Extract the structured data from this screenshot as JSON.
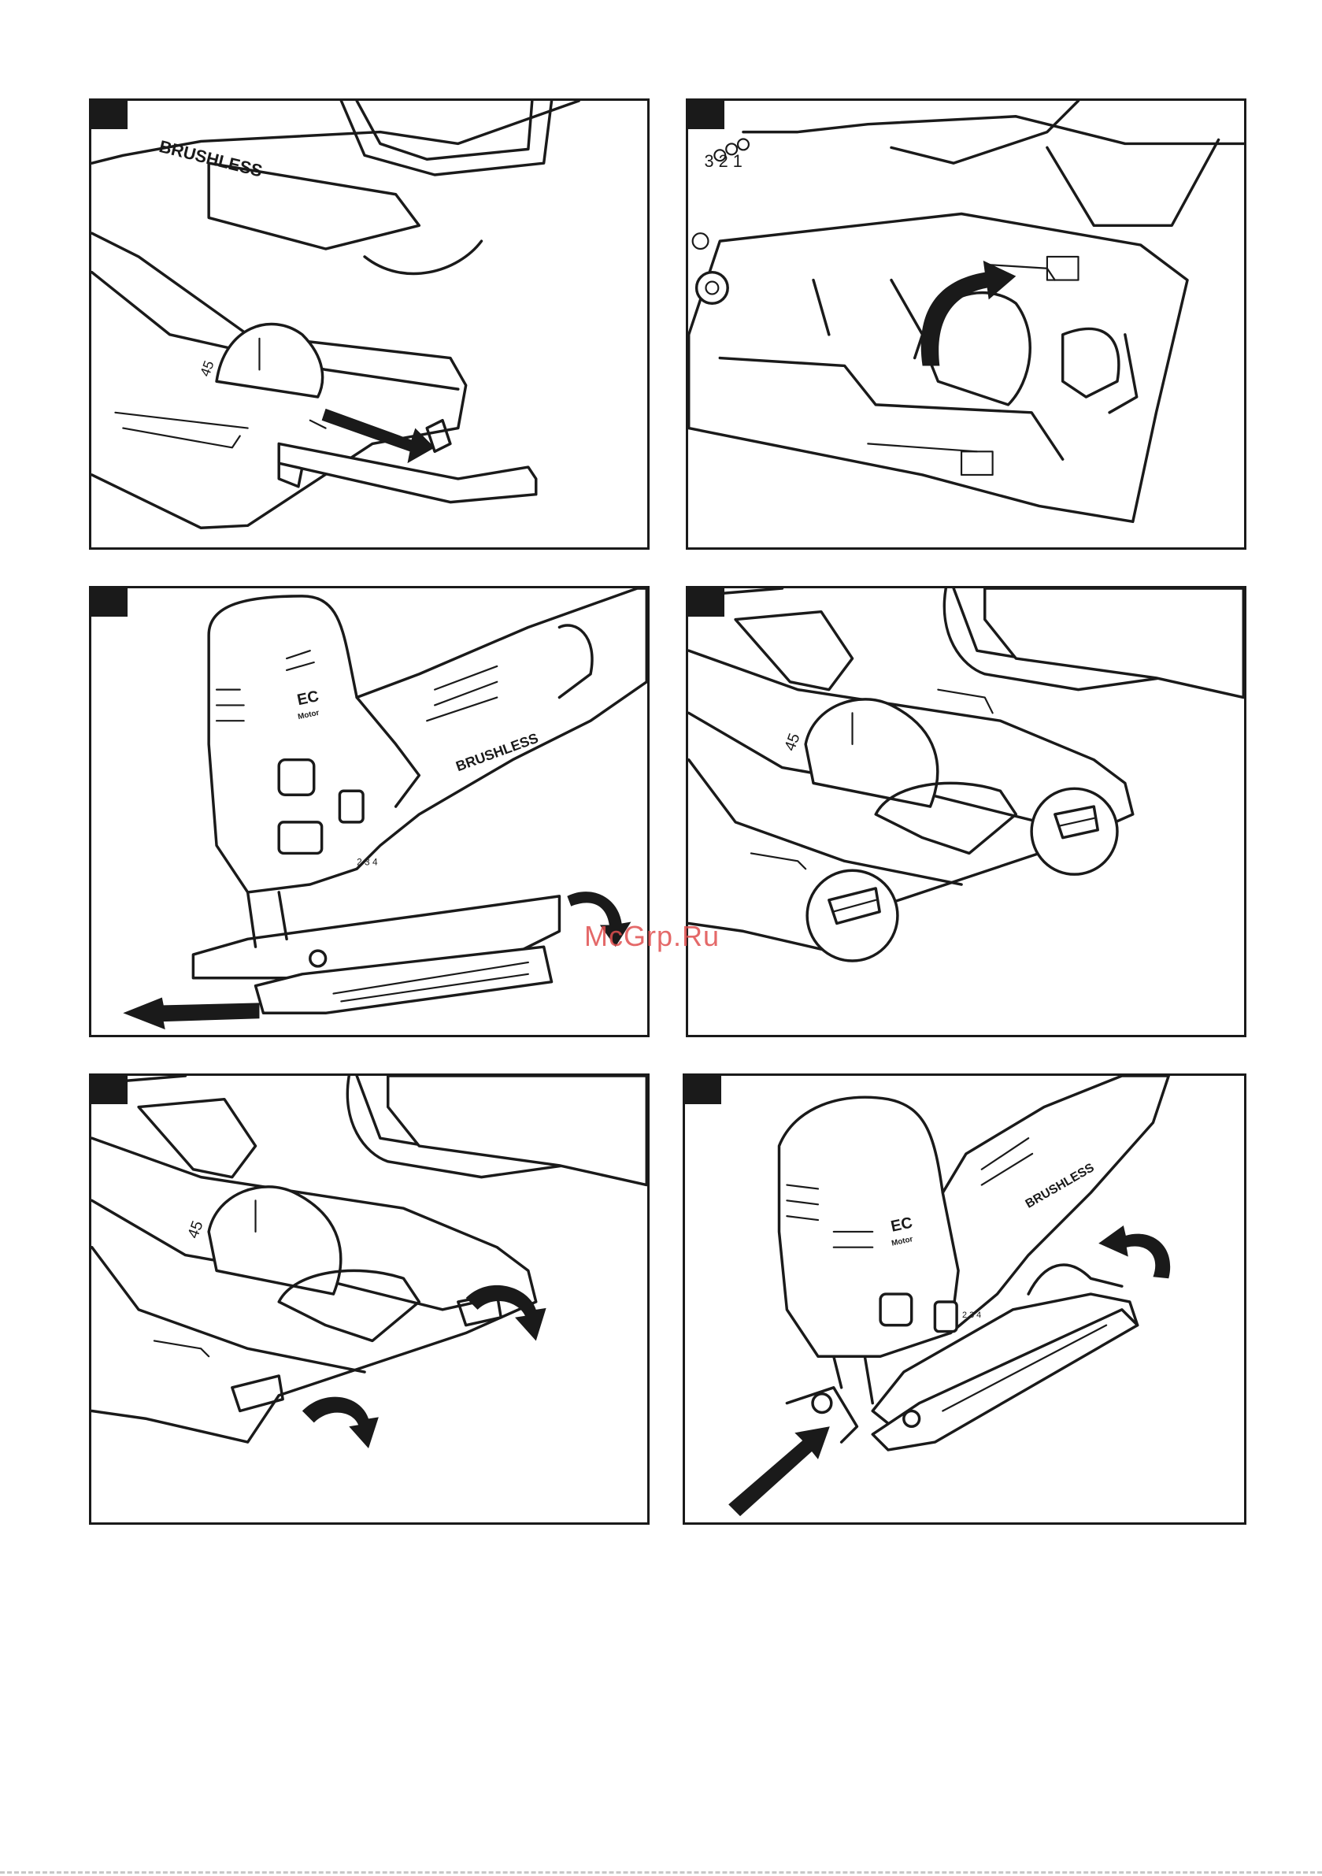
{
  "watermark": "McGrp.Ru",
  "labels": {
    "brand": "BRUSHLESS",
    "motor_badge_line1": "EC",
    "motor_badge_line2": "Motor",
    "bevel_scale": "45",
    "speed_numbers": "3 2 1",
    "speed_numbers_small": "2 3 4"
  },
  "panels": [
    {
      "id": "1",
      "description_icons": [
        "hex-key-icon",
        "arrow-right-icon"
      ]
    },
    {
      "id": "2",
      "description_icons": [
        "curved-arrow-up-icon"
      ]
    },
    {
      "id": "3",
      "description_icons": [
        "arrow-left-icon",
        "curved-arrow-icon"
      ]
    },
    {
      "id": "4",
      "description_icons": [
        "magnify-circle-icon"
      ]
    },
    {
      "id": "5",
      "description_icons": [
        "curved-arrow-down-icon"
      ]
    },
    {
      "id": "6",
      "description_icons": [
        "arrow-up-right-icon",
        "curved-arrow-left-icon"
      ]
    }
  ]
}
